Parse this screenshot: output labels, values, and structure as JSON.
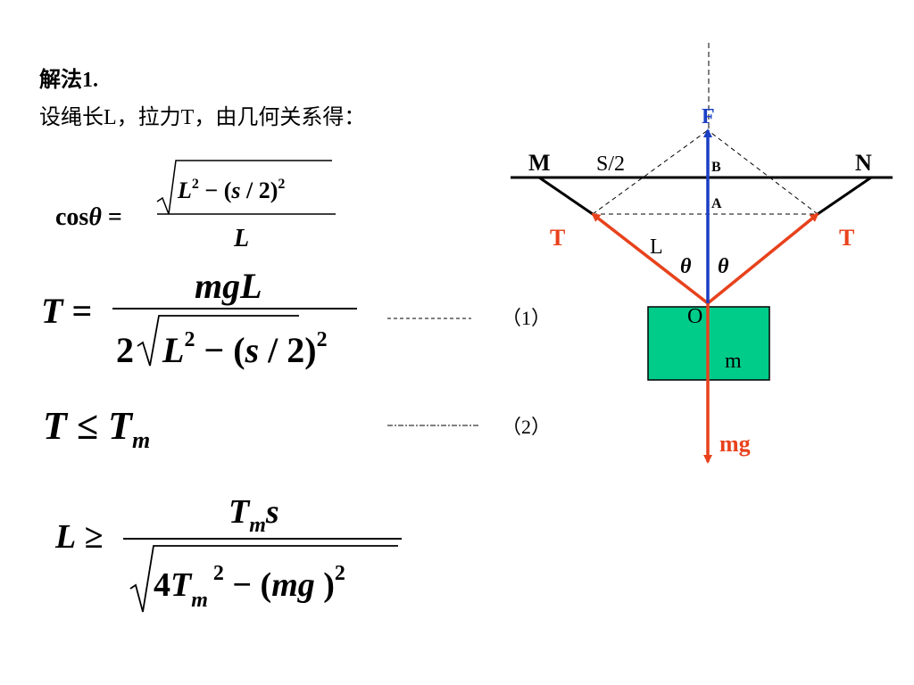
{
  "text": {
    "method_title": "解法1.",
    "setup_line": "设绳长L，拉力T，由几何关系得：",
    "eq1_label": "（1）",
    "eq2_label": "（2）"
  },
  "equations": {
    "cos": {
      "lhs": "cosθ =",
      "num": "L2 − (s / 2)2",
      "den": "L"
    },
    "tension": {
      "lhs": "T =",
      "num": "mgL",
      "den": "2√(L2 − (s / 2)2)"
    },
    "ineq": {
      "text": "T ≤ Tm"
    },
    "length": {
      "lhs": "L ≥",
      "num": "Tm s",
      "den": "4Tm2 − (mg)2"
    }
  },
  "diagram": {
    "labels": {
      "M": "M",
      "N": "N",
      "S2": "S/2",
      "F": "F",
      "B": "B",
      "A": "A",
      "T_left": "T",
      "T_right": "T",
      "L": "L",
      "theta_left": "θ",
      "theta_right": "θ",
      "O": "O",
      "m": "m",
      "mg": "mg"
    },
    "colors": {
      "tension": "#e8421c",
      "force_F": "#1a3fc4",
      "mass_box": "#00cc8a",
      "rope": "#000000"
    }
  }
}
